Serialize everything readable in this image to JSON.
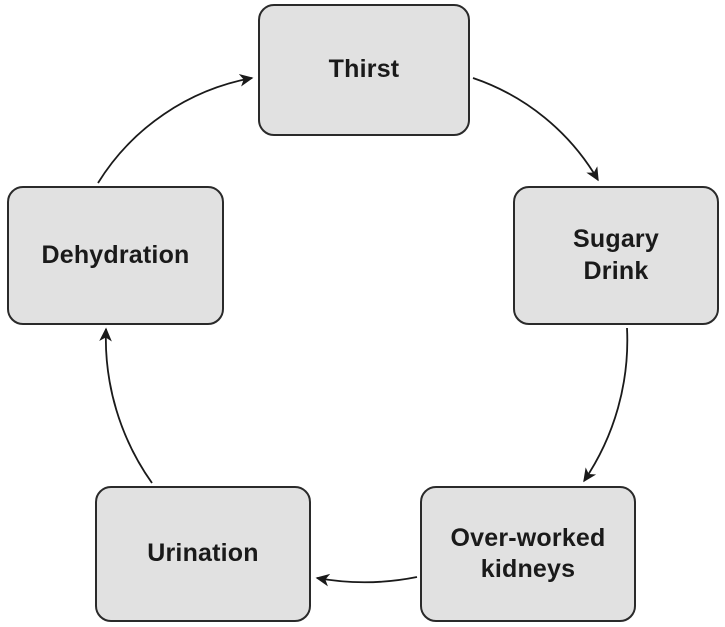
{
  "diagram": {
    "type": "cycle",
    "direction": "clockwise",
    "nodes": [
      {
        "id": "thirst",
        "label": "Thirst"
      },
      {
        "id": "sugary-drink",
        "label": "Sugary\nDrink"
      },
      {
        "id": "overworked-kidneys",
        "label": "Over-worked\nkidneys"
      },
      {
        "id": "urination",
        "label": "Urination"
      },
      {
        "id": "dehydration",
        "label": "Dehydration"
      }
    ],
    "edges": [
      {
        "from": "thirst",
        "to": "sugary-drink"
      },
      {
        "from": "sugary-drink",
        "to": "overworked-kidneys"
      },
      {
        "from": "overworked-kidneys",
        "to": "urination"
      },
      {
        "from": "urination",
        "to": "dehydration"
      },
      {
        "from": "dehydration",
        "to": "thirst"
      }
    ],
    "colors": {
      "background": "#ffffff",
      "node_fill": "#e1e1e1",
      "node_border": "#2a2a2a",
      "arrow": "#1a1a1a",
      "text": "#1a1a1a"
    }
  }
}
